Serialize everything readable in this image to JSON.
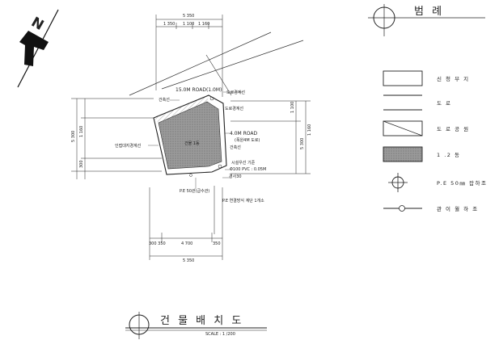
{
  "north": {
    "label": "N"
  },
  "legend": {
    "title": "범 례",
    "items": [
      {
        "symbol": "outline-rect",
        "label": "신 청 부 지"
      },
      {
        "symbol": "line",
        "label": "도 로"
      },
      {
        "symbol": "hatched-rect",
        "label": "도 로 공 원"
      },
      {
        "symbol": "filled-rect",
        "label": "1 .2 동"
      },
      {
        "symbol": "circle-cross",
        "label": "P.E 50㎜ 잡하조"
      },
      {
        "symbol": "circle-line",
        "label": "관 이 월 하 조"
      }
    ]
  },
  "plan": {
    "road_upper": "15.0M ROAD(1.0M)",
    "road_right": "4.0M ROAD",
    "road_right_sub": "(폭원4M 도로)",
    "annotations": [
      "건축선",
      "도로경계선",
      "도로경계선",
      "건축선",
      "건물 1동",
      "시설우선 기준",
      "Φ100 PVC : 0.05M",
      "경사30",
      "인접대지경계선",
      "P.E 50관(급수관)",
      "P.E 연결방식 계단 1개소"
    ],
    "dims_top": [
      "5 350",
      "1 350",
      "1 100",
      "1 160"
    ],
    "dims_left": [
      "5 300",
      "1 160",
      "300"
    ],
    "dims_right": [
      "1 100",
      "5 300",
      "1 160"
    ],
    "dims_bottom": [
      "300 350",
      "4 700",
      "350",
      "5 350"
    ]
  },
  "footer": {
    "title": "건 물   배 치 도",
    "scale": "SCALE : 1 /200"
  }
}
